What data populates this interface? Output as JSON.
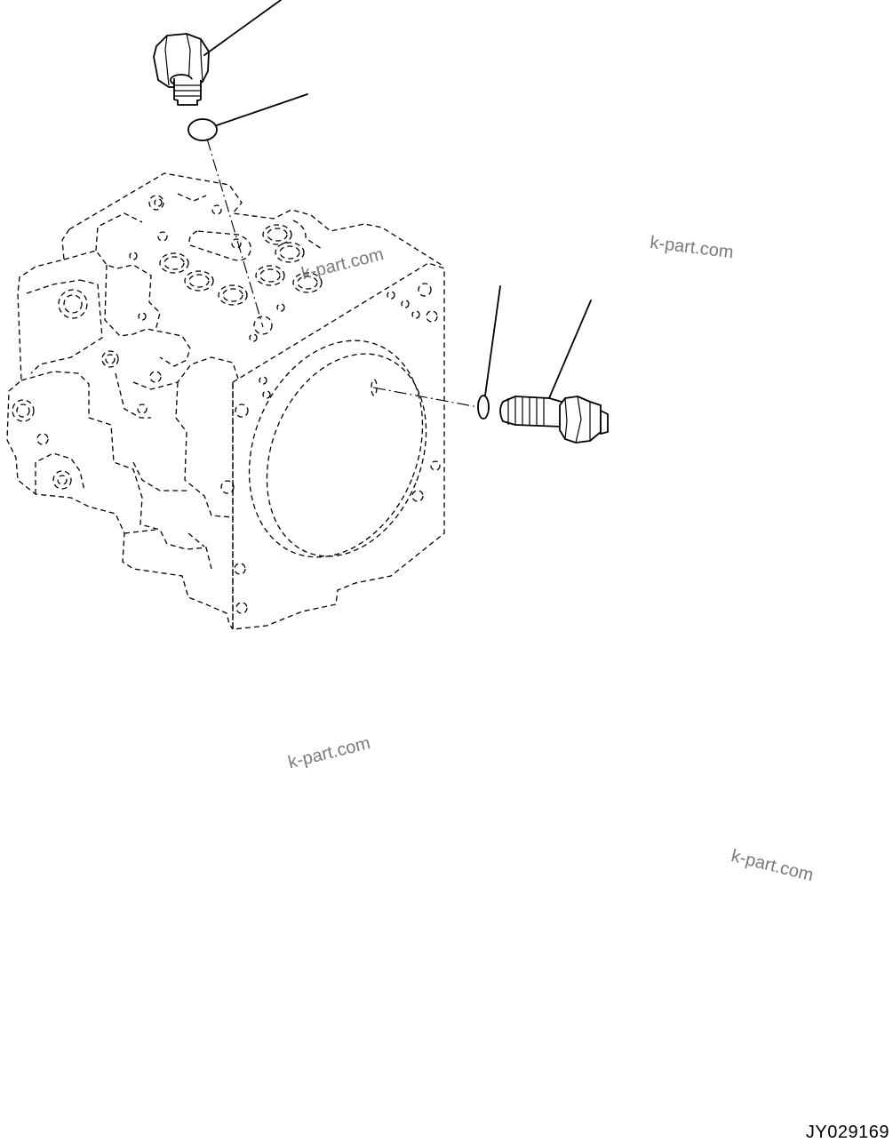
{
  "drawing": {
    "drawing_number": "JY029169",
    "watermarks": [
      "k-part.com",
      "k-part.com",
      "k-part.com",
      "k-part.com"
    ]
  },
  "parts": [
    {
      "icon": "plug-bolt-icon"
    },
    {
      "icon": "o-ring-icon"
    },
    {
      "icon": "o-ring-icon"
    },
    {
      "icon": "plug-bolt-icon"
    }
  ]
}
